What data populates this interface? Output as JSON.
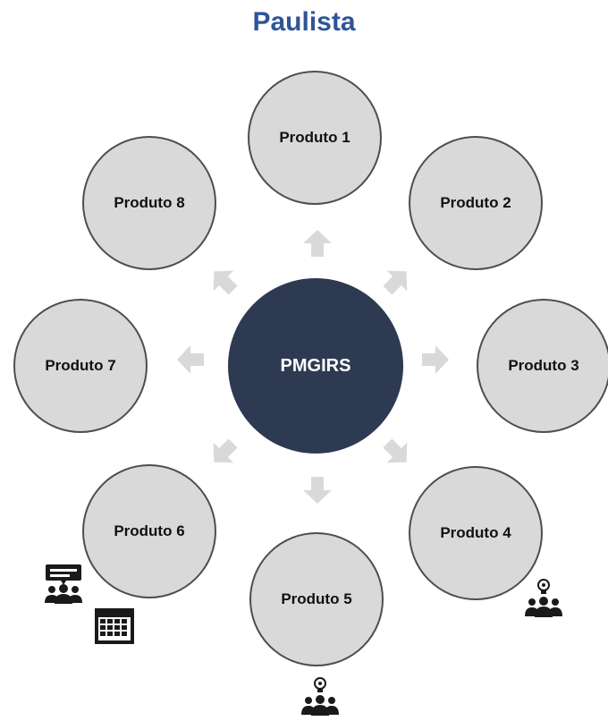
{
  "title": "Paulista",
  "center": {
    "label": "PMGIRS",
    "color": "#2D3A51"
  },
  "nodes": [
    {
      "label": "Produto 1"
    },
    {
      "label": "Produto 2"
    },
    {
      "label": "Produto 3"
    },
    {
      "label": "Produto 4"
    },
    {
      "label": "Produto 5"
    },
    {
      "label": "Produto 6"
    },
    {
      "label": "Produto 7"
    },
    {
      "label": "Produto 8"
    }
  ],
  "colors": {
    "title": "#2E5597",
    "node_fill": "#D9D9D9",
    "node_border": "#4A4E55",
    "arrow": "#D9D9D9",
    "icon": "#1a1a1a"
  },
  "icons": [
    {
      "name": "meeting-presentation-icon",
      "attached_to": "Produto 6"
    },
    {
      "name": "calendar-icon",
      "attached_to": "Produto 6"
    },
    {
      "name": "idea-team-icon",
      "attached_to": "Produto 4"
    },
    {
      "name": "idea-team-icon",
      "attached_to": "Produto 5"
    }
  ]
}
